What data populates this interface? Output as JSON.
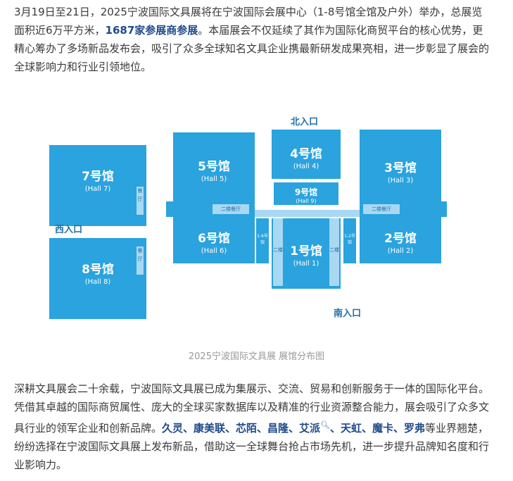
{
  "para1": {
    "a": "3月19日至21日，2025宁波国际文具展将在宁波国际会展中心（1-8号馆全馆及户外）举办，总展览面积近6万平方米，",
    "b": "1687家参展商参展",
    "c": "。本届展会不仅延续了其作为国际化商贸平台的核心优势，更精心筹办了多场新品发布会，吸引了众多全球知名文具企业携最新研发成果亮相，进一步彰显了展会的全球影响力和行业引领地位。"
  },
  "map": {
    "halls": [
      {
        "id": "7",
        "name": "7号馆",
        "sub": "(Hall 7)"
      },
      {
        "id": "8",
        "name": "8号馆",
        "sub": "(Hall 8)"
      },
      {
        "id": "5",
        "name": "5号馆",
        "sub": "(Hall 5)"
      },
      {
        "id": "6",
        "name": "6号馆",
        "sub": "(Hall 6)"
      },
      {
        "id": "4",
        "name": "4号馆",
        "sub": "(Hall 4)"
      },
      {
        "id": "9",
        "name": "9号馆",
        "sub": "(Hall 9)"
      },
      {
        "id": "1",
        "name": "1号馆",
        "sub": "(Hall 1)"
      },
      {
        "id": "3",
        "name": "3号馆",
        "sub": "(Hall 3)"
      },
      {
        "id": "2",
        "name": "2号馆",
        "sub": "(Hall 2)"
      }
    ],
    "labels": {
      "north": "北入口",
      "west": "西入口",
      "south": "南入口",
      "dining_left": "二楼餐厅",
      "dining_right": "二楼餐厅",
      "hall7_side": "餐厅",
      "hall8_side": "餐厅",
      "link16": "1-6号馆",
      "link12": "1-2号馆",
      "l2a": "二楼",
      "l2b": "二楼"
    }
  },
  "caption": "2025宁波国际文具展 展馆分布图",
  "para2": {
    "a": "深耕文具展会二十余载，宁波国际文具展已成为集展示、交流、贸易和创新服务于一体的国际化平台。凭借其卓越的国际商贸属性、庞大的全球买家数据库以及精准的行业资源整合能力，展会吸引了众多文具行业的领军企业和创新品牌。",
    "brands1": "久灵、康美联、芯陌、昌隆、艾派",
    "brands2": "、天虹、魔卡、罗弗",
    "b": "等业界翘楚，纷纷选择在宁波国际文具展上发布新品，借助这一全球舞台抢占市场先机，进一步提升品牌知名度和行业影响力。"
  },
  "colors": {
    "hall": "#2aa3de",
    "corridor": "#a9d8f3",
    "entrance": "#1f6fa8",
    "brand": "#1f4a8a"
  }
}
